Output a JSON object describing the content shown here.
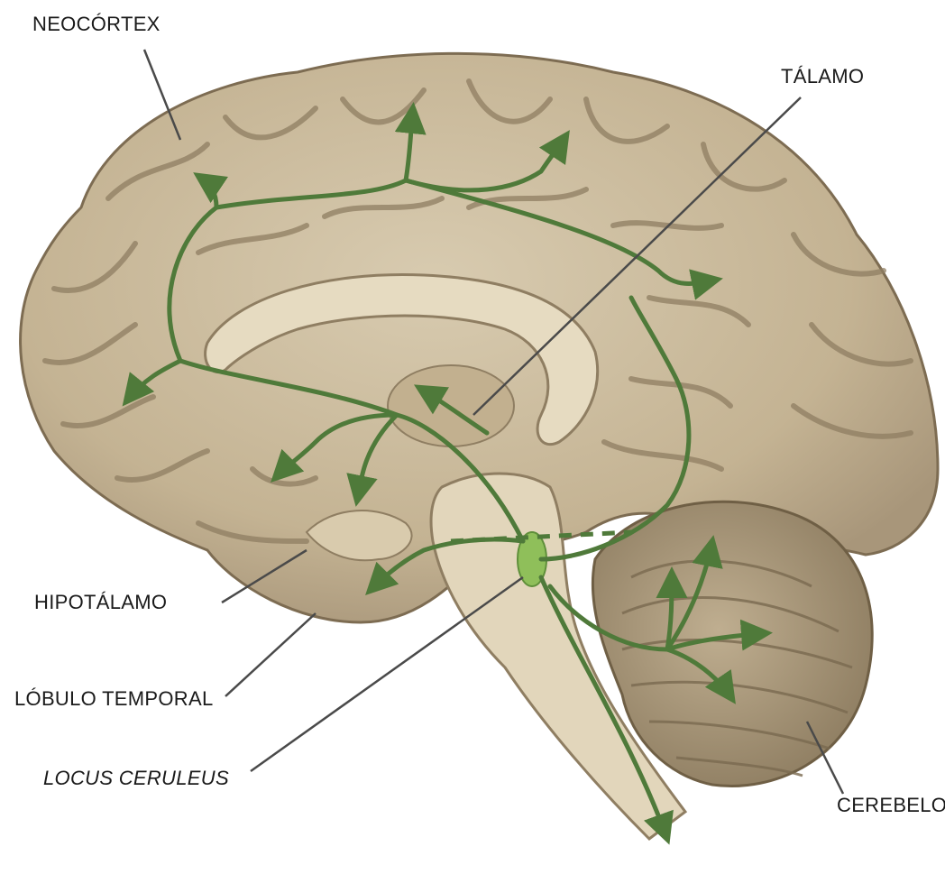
{
  "labels": {
    "neocortex": "NEOCÓRTEX",
    "talamo": "TÁLAMO",
    "hipotalamo": "HIPOTÁLAMO",
    "lobulo_temporal": "LÓBULO TEMPORAL",
    "locus_ceruleus": "LOCUS CERULEUS",
    "cerebelo": "CEREBELO"
  },
  "colors": {
    "brain_fill": "#c9b99a",
    "brain_dark": "#8f7e62",
    "corpus_callosum": "#e9dfc6",
    "pathway": "#4f7a3a",
    "locus": "#8fbf5a",
    "leader_line": "#4a4a4a"
  }
}
